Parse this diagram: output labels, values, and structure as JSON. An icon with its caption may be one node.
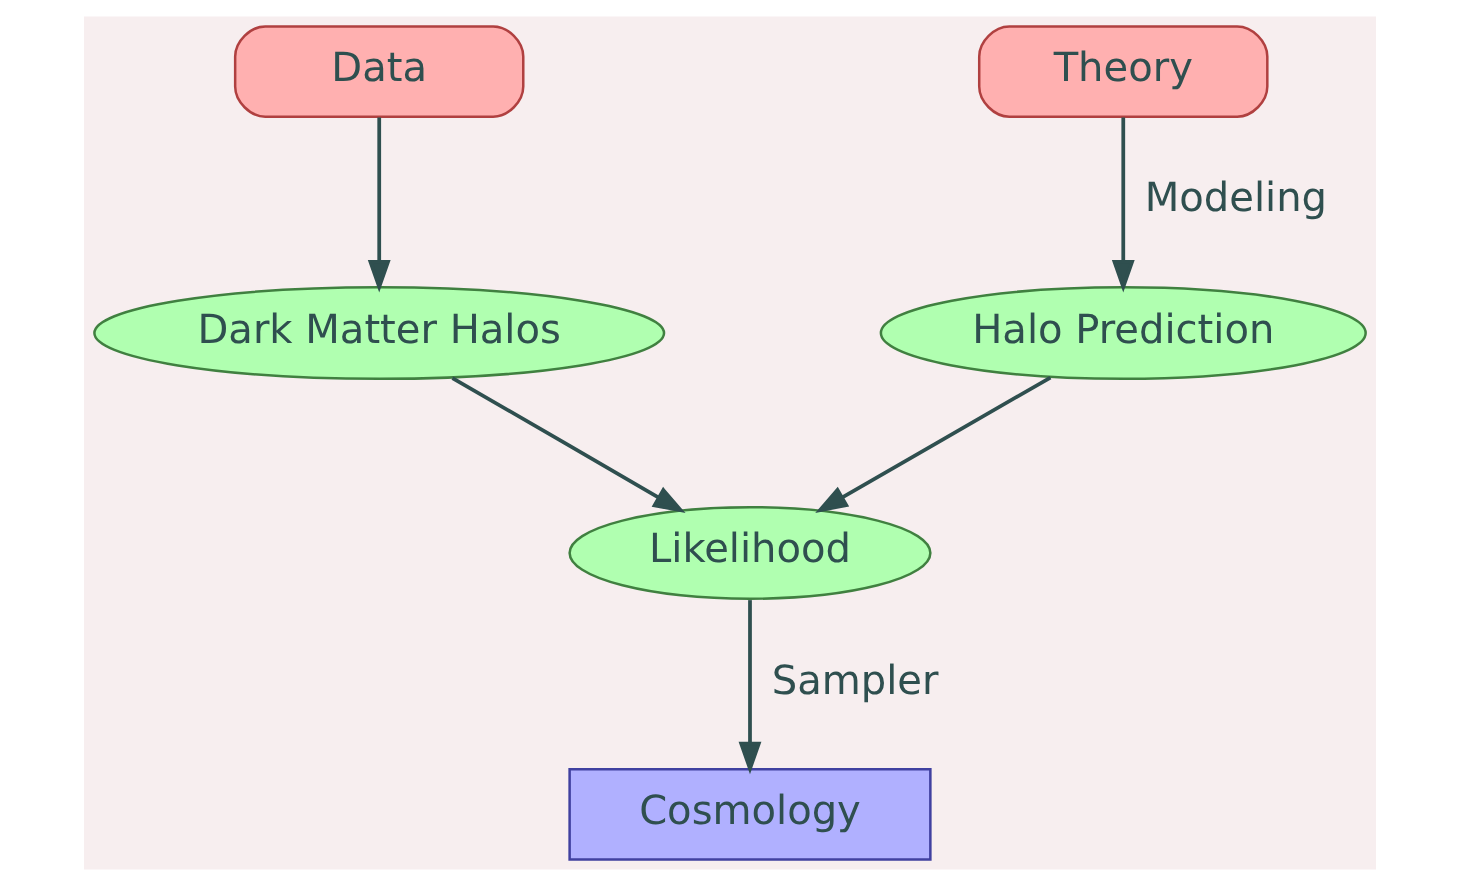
{
  "diagram": {
    "nodes": [
      {
        "text": [
          "Data"
        ]
      },
      {
        "text": [
          "Theory"
        ]
      },
      {
        "text": [
          "Dark Matter Halos"
        ]
      },
      {
        "text": [
          "Halo Prediction"
        ]
      },
      {
        "text": [
          "Likelihood"
        ]
      },
      {
        "text": [
          "Cosmology"
        ]
      }
    ],
    "edges": [
      {
        "from": 0,
        "to": 2,
        "arrow": "to"
      },
      {
        "from": 1,
        "to": 3,
        "arrow": "to",
        "label": "Modeling"
      },
      {
        "from": 2,
        "to": 4,
        "arrow": "to"
      },
      {
        "from": 3,
        "to": 4,
        "arrow": "to"
      },
      {
        "from": 4,
        "to": 5,
        "arrow": "to",
        "label": "Sampler"
      }
    ]
  }
}
